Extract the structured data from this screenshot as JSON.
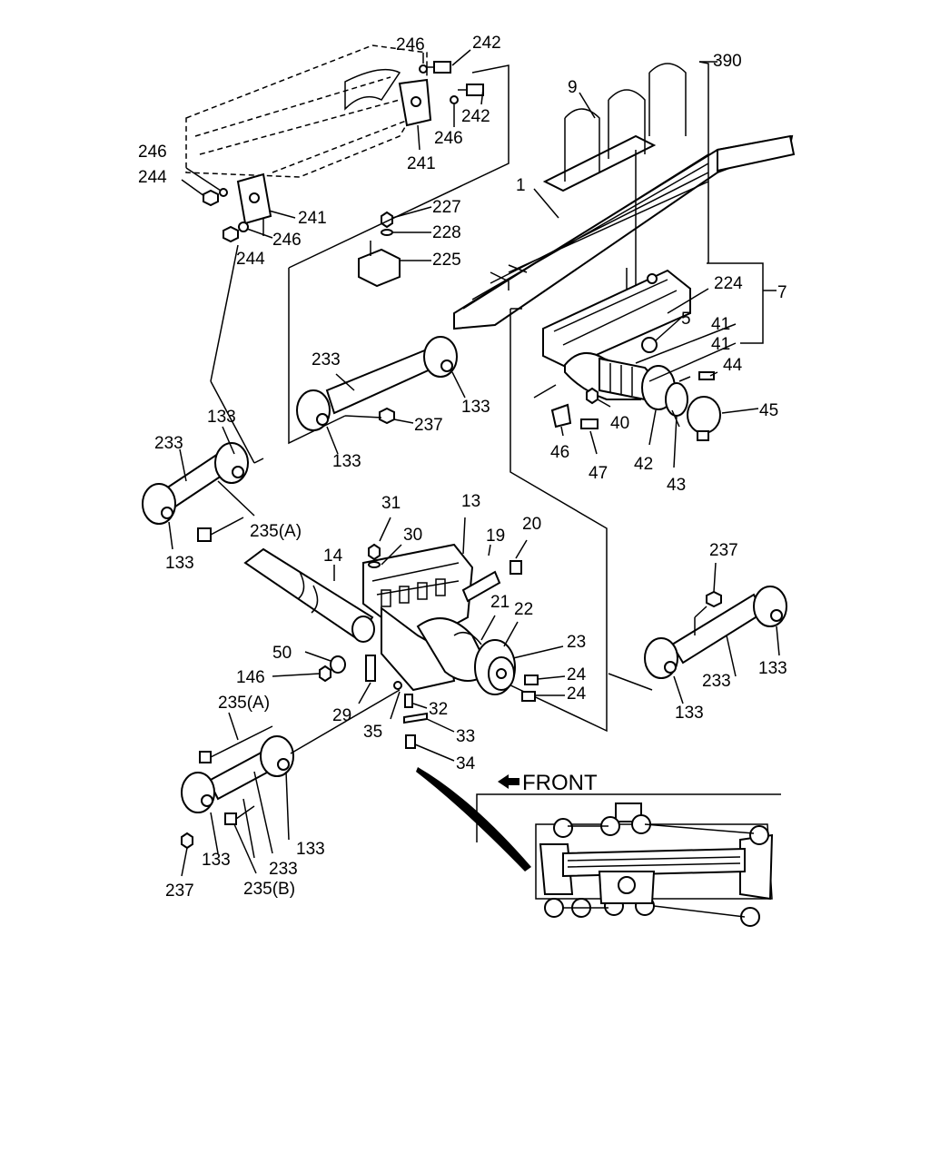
{
  "front_label": "FRONT",
  "labels": {
    "l246a": "246",
    "l242a": "242",
    "l242b": "242",
    "l246b": "246",
    "l241a": "241",
    "l246c": "246",
    "l244a": "244",
    "l241b": "241",
    "l246d": "246",
    "l244b": "244",
    "l390": "390",
    "l9": "9",
    "l1": "1",
    "l227": "227",
    "l228": "228",
    "l225": "225",
    "l224": "224",
    "l7": "7",
    "l5": "5",
    "l41a": "41",
    "l41b": "41",
    "l44": "44",
    "l45": "45",
    "l40": "40",
    "l46": "46",
    "l47": "47",
    "l42": "42",
    "l43": "43",
    "l233a": "233",
    "l133a": "133",
    "l237a": "237",
    "l133b": "133",
    "l133c": "133",
    "l233b": "233",
    "l235a": "235(A)",
    "l133d": "133",
    "l31": "31",
    "l13": "13",
    "l30": "30",
    "l19": "19",
    "l20": "20",
    "l14": "14",
    "l21": "21",
    "l22": "22",
    "l23": "23",
    "l24a": "24",
    "l24b": "24",
    "l50": "50",
    "l146": "146",
    "l29": "29",
    "l35": "35",
    "l32": "32",
    "l33": "33",
    "l34": "34",
    "l235b": "235(A)",
    "l237b": "237",
    "l233c": "233",
    "l133e": "133",
    "l133f": "133",
    "l133g": "133",
    "l233d": "233",
    "l133h": "133",
    "l237c": "237",
    "l235c": "235(B)"
  }
}
